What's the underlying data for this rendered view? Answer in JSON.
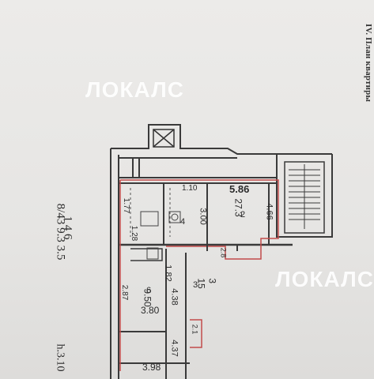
{
  "document": {
    "title": "IV. План квартиры",
    "watermark_top": "ЛОКАЛС",
    "watermark_right": "ЛОКАЛС"
  },
  "plan": {
    "room_dims": {
      "top_left": "1.10",
      "top_right": "5.86",
      "area_main": "27.3",
      "side_466": "4.66",
      "mid_300": "3.00",
      "side_177": "1.77",
      "corr_282": "1.82",
      "room_950": "9.50",
      "room_380": "3.80",
      "dim_438": "4.38",
      "dim_437": "4.37",
      "dim_398": "3.98",
      "dim_287": "2.87",
      "dim_128": "1.28",
      "balcony": "2.1",
      "stair_small": "2.8",
      "room_num_2": "2",
      "room_num_3": "3",
      "room_num_4": "4",
      "room_num_6": "6"
    },
    "left_notes": {
      "line1": "1  4  6",
      "line2": "8/43  9.3  3.5",
      "fraction": "3\n15",
      "bottom": "h.3.10"
    }
  }
}
